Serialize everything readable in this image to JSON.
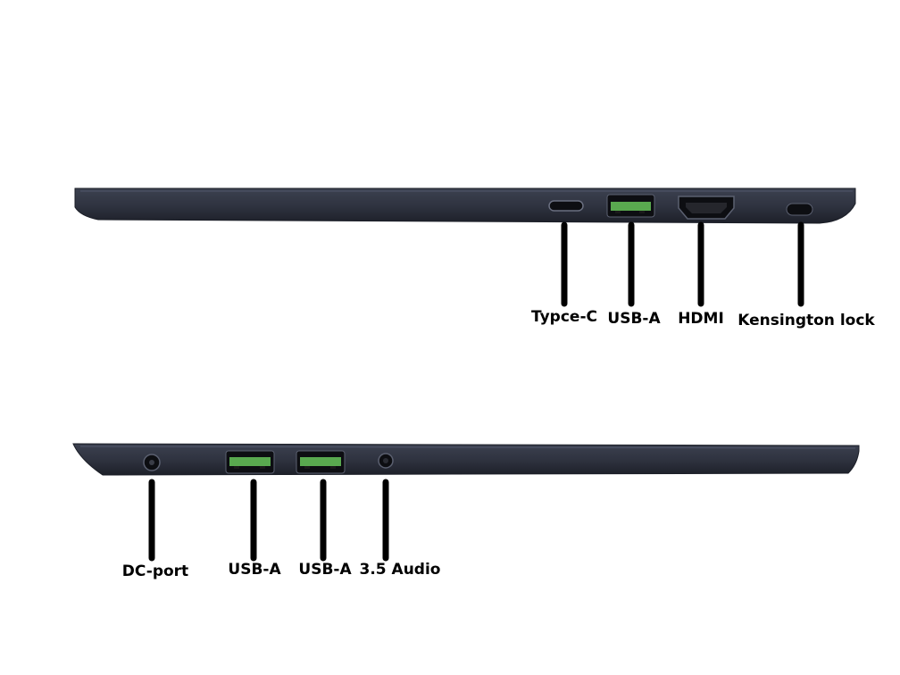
{
  "colors": {
    "background": "#ffffff",
    "laptop_body": "#2f3340",
    "laptop_edge": "#1b1e27",
    "port_dark": "#0d0e12",
    "usb_insert": "#59a94f",
    "leader_line": "#000000"
  },
  "right_side": {
    "labels": {
      "typec": "Typce-C",
      "usba": "USB-A",
      "hdmi": "HDMI",
      "kensington": "Kensington lock"
    }
  },
  "left_side": {
    "labels": {
      "dc": "DC-port",
      "usba_1": "USB-A",
      "usba_2": "USB-A",
      "audio": "3.5 Audio"
    }
  }
}
